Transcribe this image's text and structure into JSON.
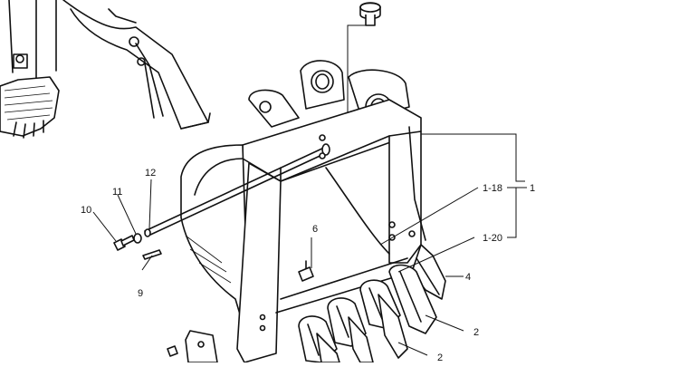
{
  "diagram": {
    "callouts": [
      {
        "id": "c1",
        "label": "1"
      },
      {
        "id": "c1-18",
        "label": "1-18"
      },
      {
        "id": "c1-20",
        "label": "1-20"
      },
      {
        "id": "c4",
        "label": "4"
      },
      {
        "id": "c2a",
        "label": "2"
      },
      {
        "id": "c2b",
        "label": "2"
      },
      {
        "id": "c6",
        "label": "6"
      },
      {
        "id": "c9",
        "label": "9"
      },
      {
        "id": "c10",
        "label": "10"
      },
      {
        "id": "c11",
        "label": "11"
      },
      {
        "id": "c12",
        "label": "12"
      }
    ]
  }
}
